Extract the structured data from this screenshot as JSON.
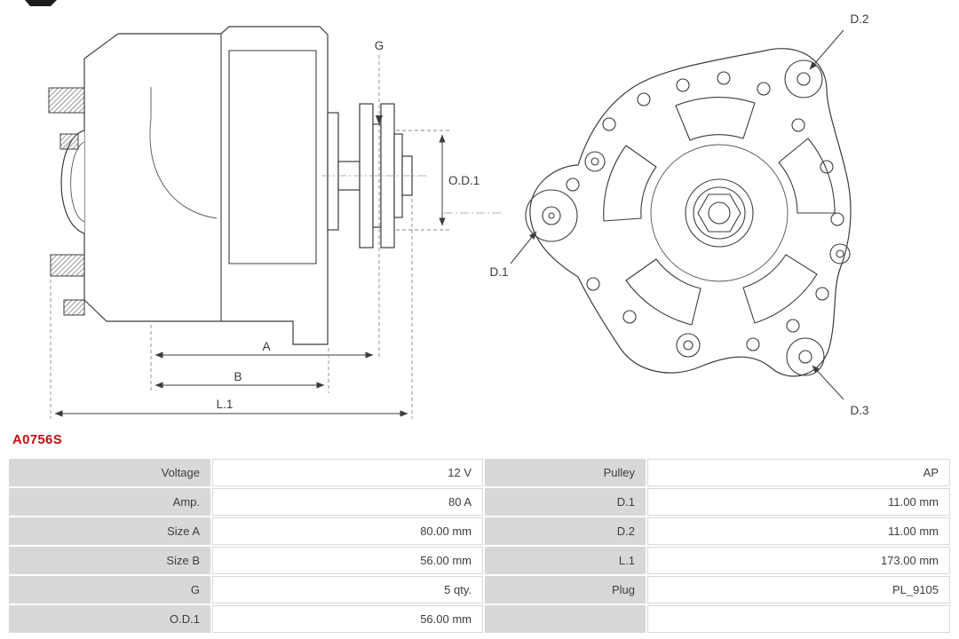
{
  "colors": {
    "accent_red": "#c60b0e",
    "table_label_bg": "#d8d8d8",
    "table_border": "#d9d9d9",
    "drawing_line": "#3c3c3c"
  },
  "part_number": "A0756S",
  "drawing": {
    "side_view_labels": {
      "g": "G",
      "od1": "O.D.1",
      "a": "A",
      "b": "B",
      "l1": "L.1"
    },
    "rear_view_labels": {
      "d1": "D.1",
      "d2": "D.2",
      "d3": "D.3"
    }
  },
  "spec_table": {
    "rows": [
      {
        "label_left": "Voltage",
        "value_left": "12 V",
        "label_right": "Pulley",
        "value_right": "AP"
      },
      {
        "label_left": "Amp.",
        "value_left": "80 A",
        "label_right": "D.1",
        "value_right": "11.00 mm"
      },
      {
        "label_left": "Size A",
        "value_left": "80.00 mm",
        "label_right": "D.2",
        "value_right": "11.00 mm"
      },
      {
        "label_left": "Size B",
        "value_left": "56.00 mm",
        "label_right": "L.1",
        "value_right": "173.00 mm"
      },
      {
        "label_left": "G",
        "value_left": "5 qty.",
        "label_right": "Plug",
        "value_right": "PL_9105"
      },
      {
        "label_left": "O.D.1",
        "value_left": "56.00 mm",
        "label_right": "",
        "value_right": ""
      }
    ]
  }
}
